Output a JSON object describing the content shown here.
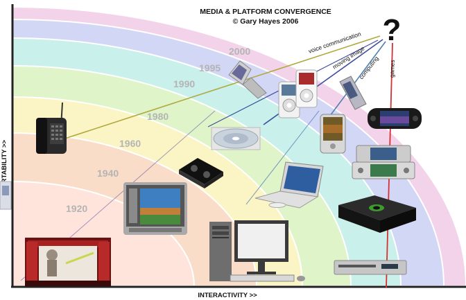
{
  "title": "MEDIA & PLATFORM CONVERGENCE",
  "subtitle": "© Gary Hayes 2006",
  "question_mark": "?",
  "y_axis_label": "PORTABILITY >>",
  "x_axis_label": "INTERACTIVITY >>",
  "eras": [
    {
      "year": "1920",
      "color": "#ffe4dc"
    },
    {
      "year": "1940",
      "color": "#f9ddc9"
    },
    {
      "year": "1960",
      "color": "#fbf5c5"
    },
    {
      "year": "1980",
      "color": "#dff5c9"
    },
    {
      "year": "1990",
      "color": "#c9f0ea"
    },
    {
      "year": "1995",
      "color": "#d3d7f6"
    },
    {
      "year": "2000",
      "color": "#f3d3ea"
    }
  ],
  "convergence_lines": [
    {
      "label": "voice communication",
      "color": "#b0a93e"
    },
    {
      "label": "moving image",
      "color": "#3f4e9e"
    },
    {
      "label": "computing",
      "color": "#4f7fb0"
    },
    {
      "label": "games",
      "color": "#d43030"
    }
  ],
  "devices": [
    {
      "name": "Telephone",
      "icon": "phone-icon"
    },
    {
      "name": "Cinema",
      "icon": "cinema-icon"
    },
    {
      "name": "Television",
      "icon": "tv-icon"
    },
    {
      "name": "Video cassette",
      "icon": "vhs-icon"
    },
    {
      "name": "Compact disc",
      "icon": "cd-icon"
    },
    {
      "name": "Mobile phone",
      "icon": "flip-phone-icon"
    },
    {
      "name": "iPod",
      "icon": "ipod-icon"
    },
    {
      "name": "PDA",
      "icon": "pda-icon"
    },
    {
      "name": "Pocket PC",
      "icon": "pocket-pc-icon"
    },
    {
      "name": "Handheld console",
      "icon": "psp-icon"
    },
    {
      "name": "Dual-screen console",
      "icon": "ds-icon"
    },
    {
      "name": "Laptop",
      "icon": "laptop-icon"
    },
    {
      "name": "Desktop PC",
      "icon": "desktop-icon"
    },
    {
      "name": "Game console",
      "icon": "xbox-icon"
    },
    {
      "name": "DVD player",
      "icon": "dvd-icon"
    }
  ],
  "colors": {
    "year_text": "#b4b4b4",
    "axis": "#222222",
    "ring_border": "#ffffff"
  }
}
